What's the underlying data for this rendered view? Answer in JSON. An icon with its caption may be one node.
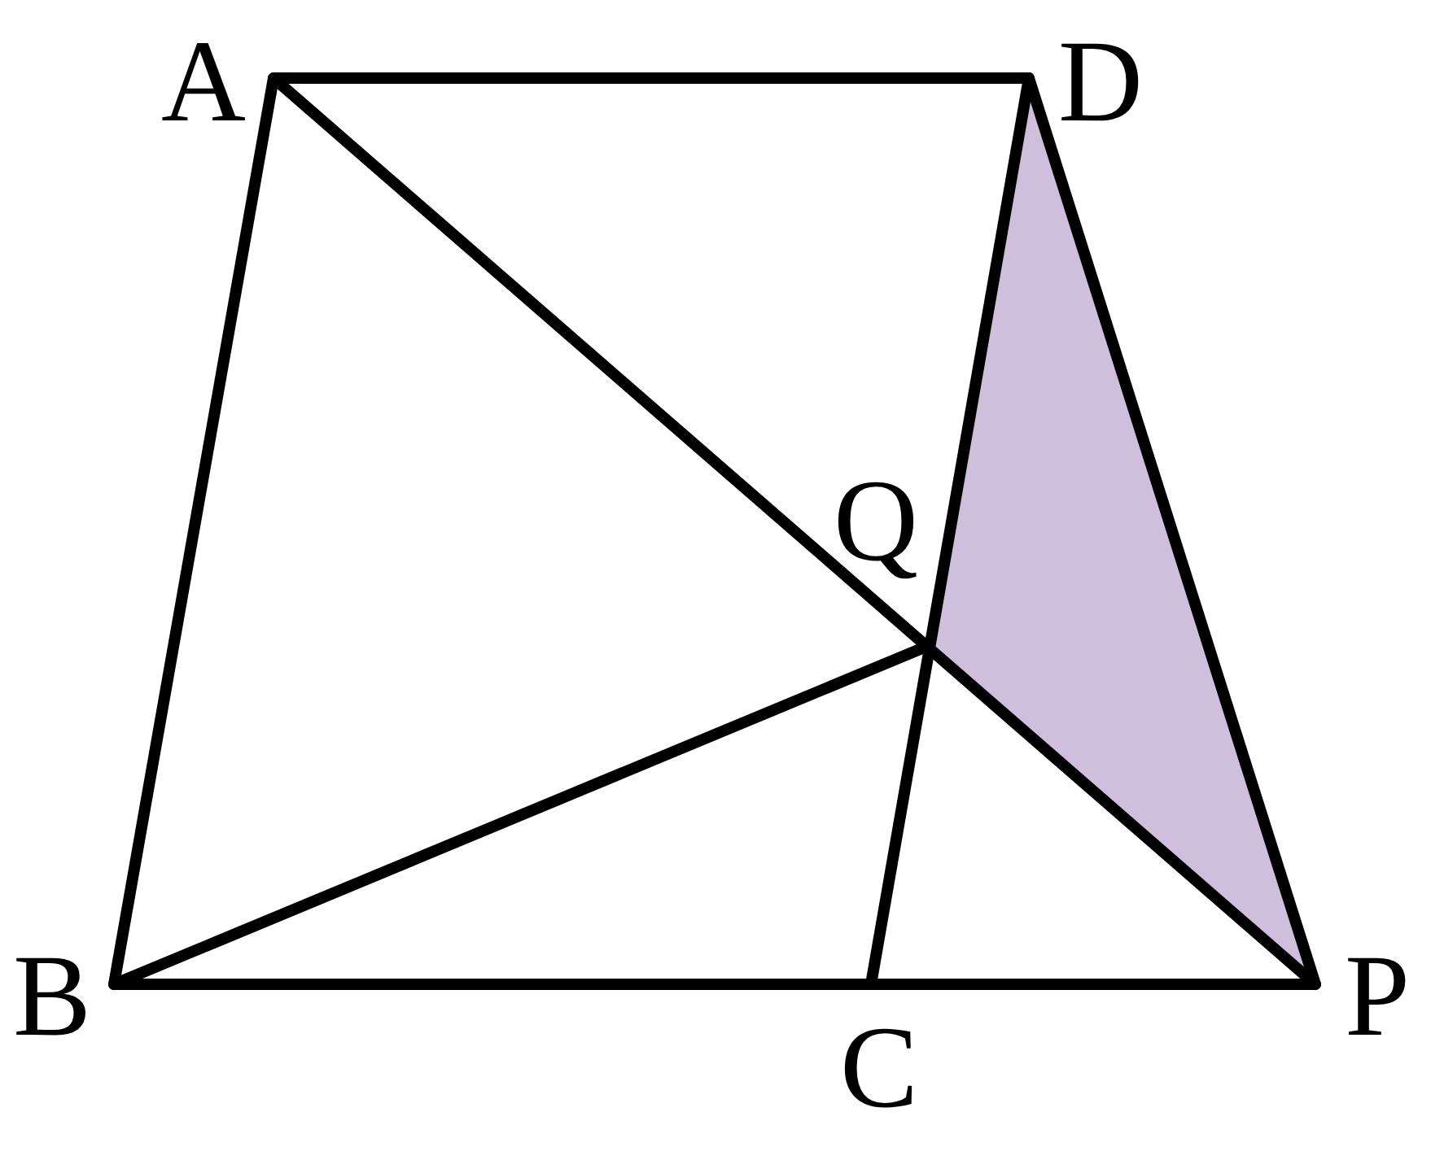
{
  "diagram": {
    "labels": [
      "A",
      "D",
      "Q",
      "B",
      "P",
      "C"
    ]
  }
}
